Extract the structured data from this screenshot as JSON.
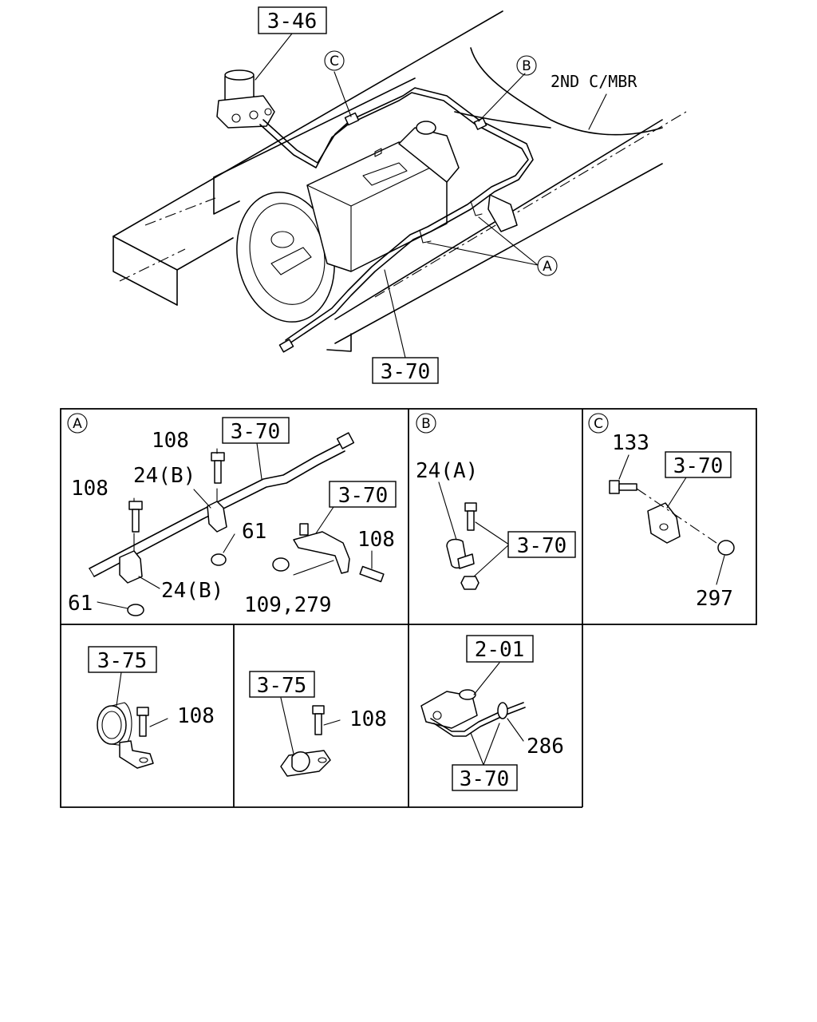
{
  "overview": {
    "ref_top": "3-46",
    "ref_bottom": "3-70",
    "member_label": "2ND C/MBR",
    "callout_a": "A",
    "callout_b": "B",
    "callout_c": "C"
  },
  "panel_a": {
    "marker": "A",
    "ref_pipe": "3-70",
    "ref_bracket": "3-70",
    "bolt_top": "108",
    "bolt_left": "108",
    "clip_top": "24(B)",
    "nut_mid": "61",
    "clip_bottom": "24(B)",
    "nut_bottom": "61",
    "bolt_right": "108",
    "nuts": "109,279"
  },
  "panel_b": {
    "marker": "B",
    "clip": "24(A)",
    "ref": "3-70"
  },
  "panel_c": {
    "marker": "C",
    "bolt": "133",
    "ref": "3-70",
    "nut": "297"
  },
  "panel_d": {
    "ref": "3-75",
    "bolt": "108"
  },
  "panel_e": {
    "ref": "3-75",
    "bolt": "108"
  },
  "panel_f": {
    "ref_top": "2-01",
    "part": "286",
    "ref_bottom": "3-70"
  }
}
